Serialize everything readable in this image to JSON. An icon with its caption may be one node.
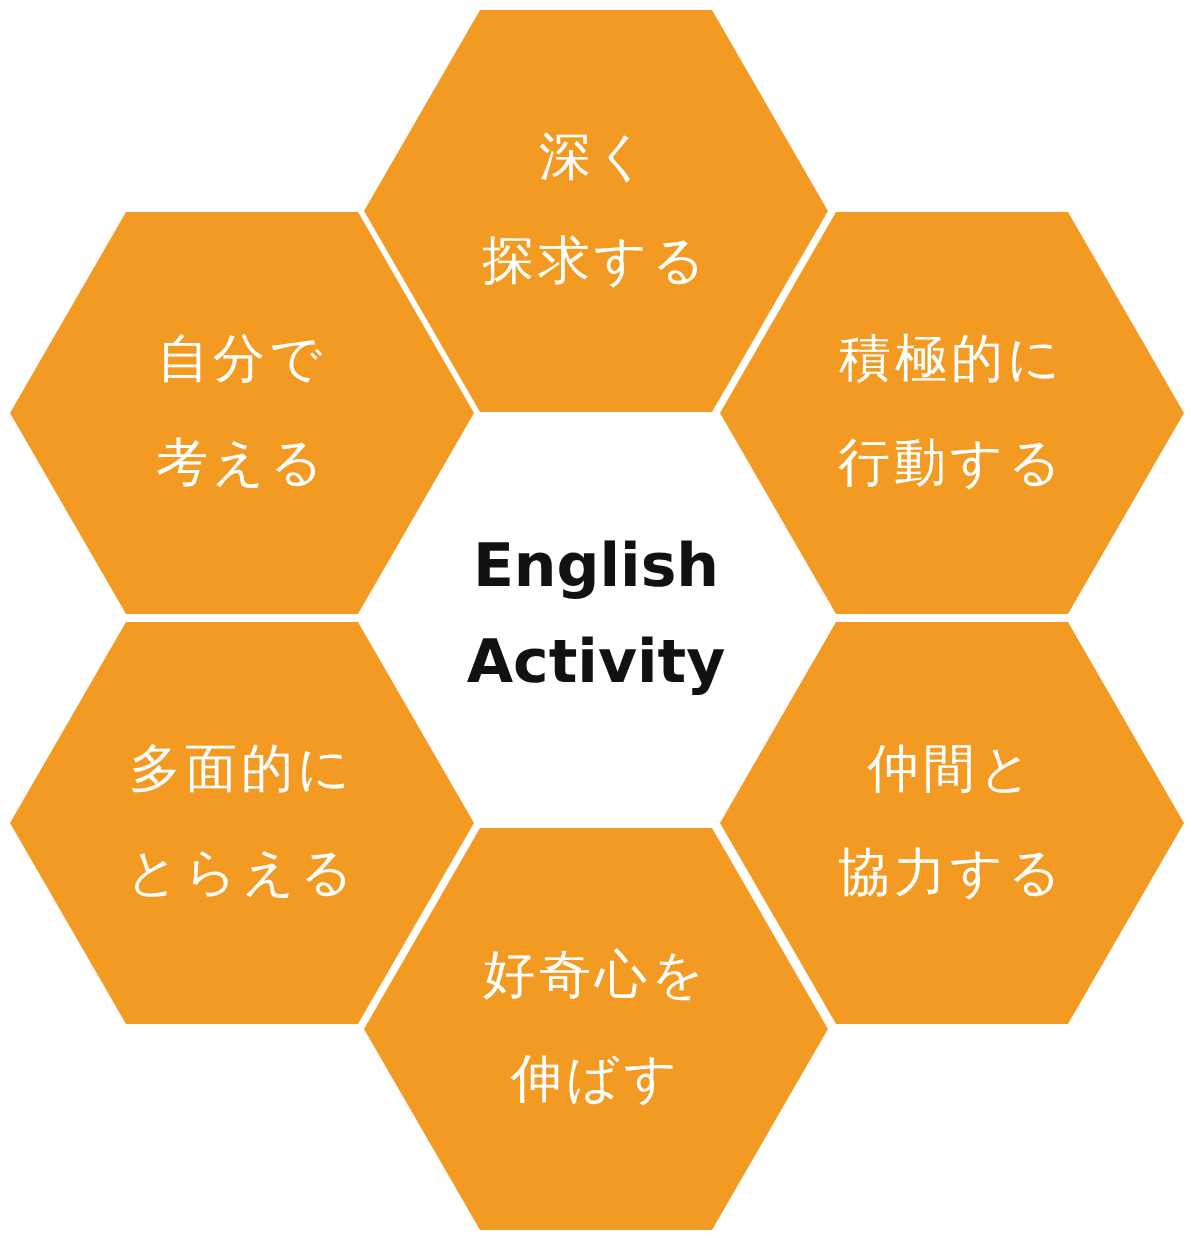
{
  "diagram": {
    "nodes": [
      {
        "text": [
          "深く探求する"
        ]
      },
      {
        "text": [
          "自分で考える"
        ]
      },
      {
        "text": [
          "積極的に行動する"
        ]
      },
      {
        "text": [
          "English Activity"
        ]
      },
      {
        "text": [
          "多面的にとらえる"
        ]
      },
      {
        "text": [
          "仲間と協力する"
        ]
      },
      {
        "text": [
          "好奇心を伸ばす"
        ]
      }
    ],
    "edges": []
  }
}
